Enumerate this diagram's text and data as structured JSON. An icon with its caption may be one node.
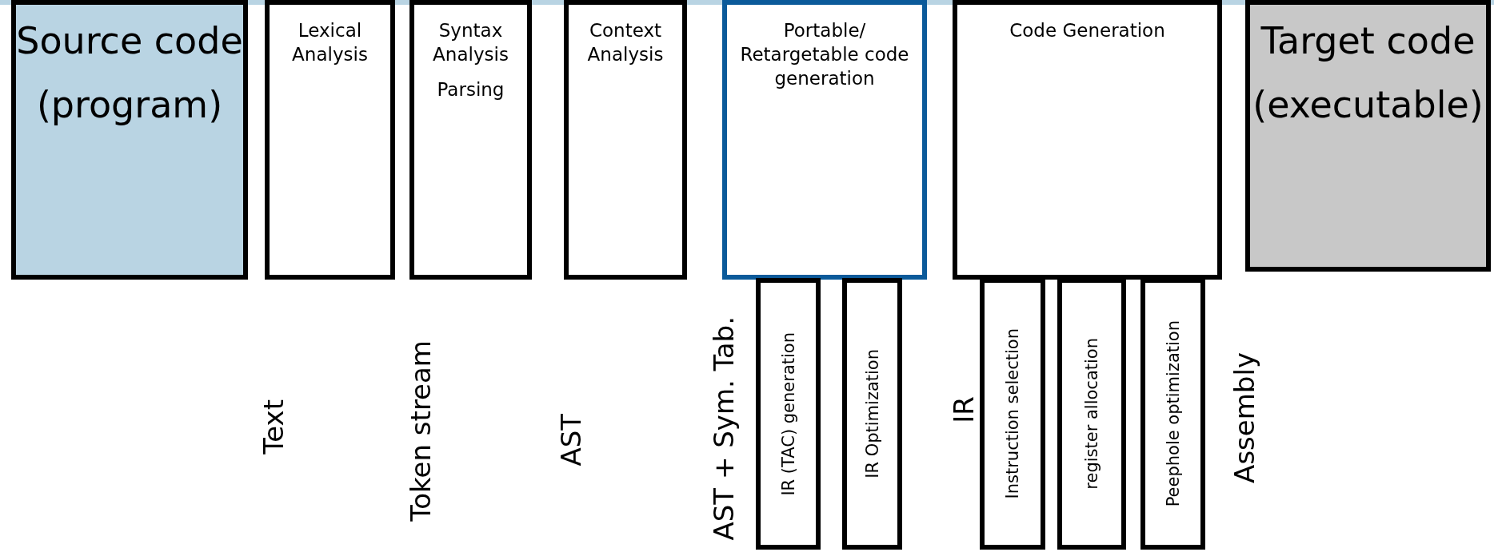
{
  "diagram": {
    "nodes": [
      {
        "text": [
          "Source code",
          "(program)"
        ]
      },
      {
        "text": [
          "Lexical Analysis"
        ]
      },
      {
        "text": [
          "Syntax Analysis",
          "Parsing"
        ]
      },
      {
        "text": [
          "Context Analysis"
        ]
      },
      {
        "text": [
          "Portable/ Retargetable code generation"
        ]
      },
      {
        "text": [
          "Code Generation"
        ]
      },
      {
        "text": [
          "Target code",
          "(executable)"
        ]
      },
      {
        "text": [
          "IR (TAC) generation"
        ]
      },
      {
        "text": [
          "IR Optimization"
        ]
      },
      {
        "text": [
          "Instruction selection"
        ]
      },
      {
        "text": [
          "register allocation"
        ]
      },
      {
        "text": [
          "Peephole optimization"
        ]
      }
    ],
    "edges": [],
    "labels": [
      "Text",
      "Token stream",
      "AST",
      "AST + Sym. Tab.",
      "IR",
      "Assembly"
    ]
  }
}
